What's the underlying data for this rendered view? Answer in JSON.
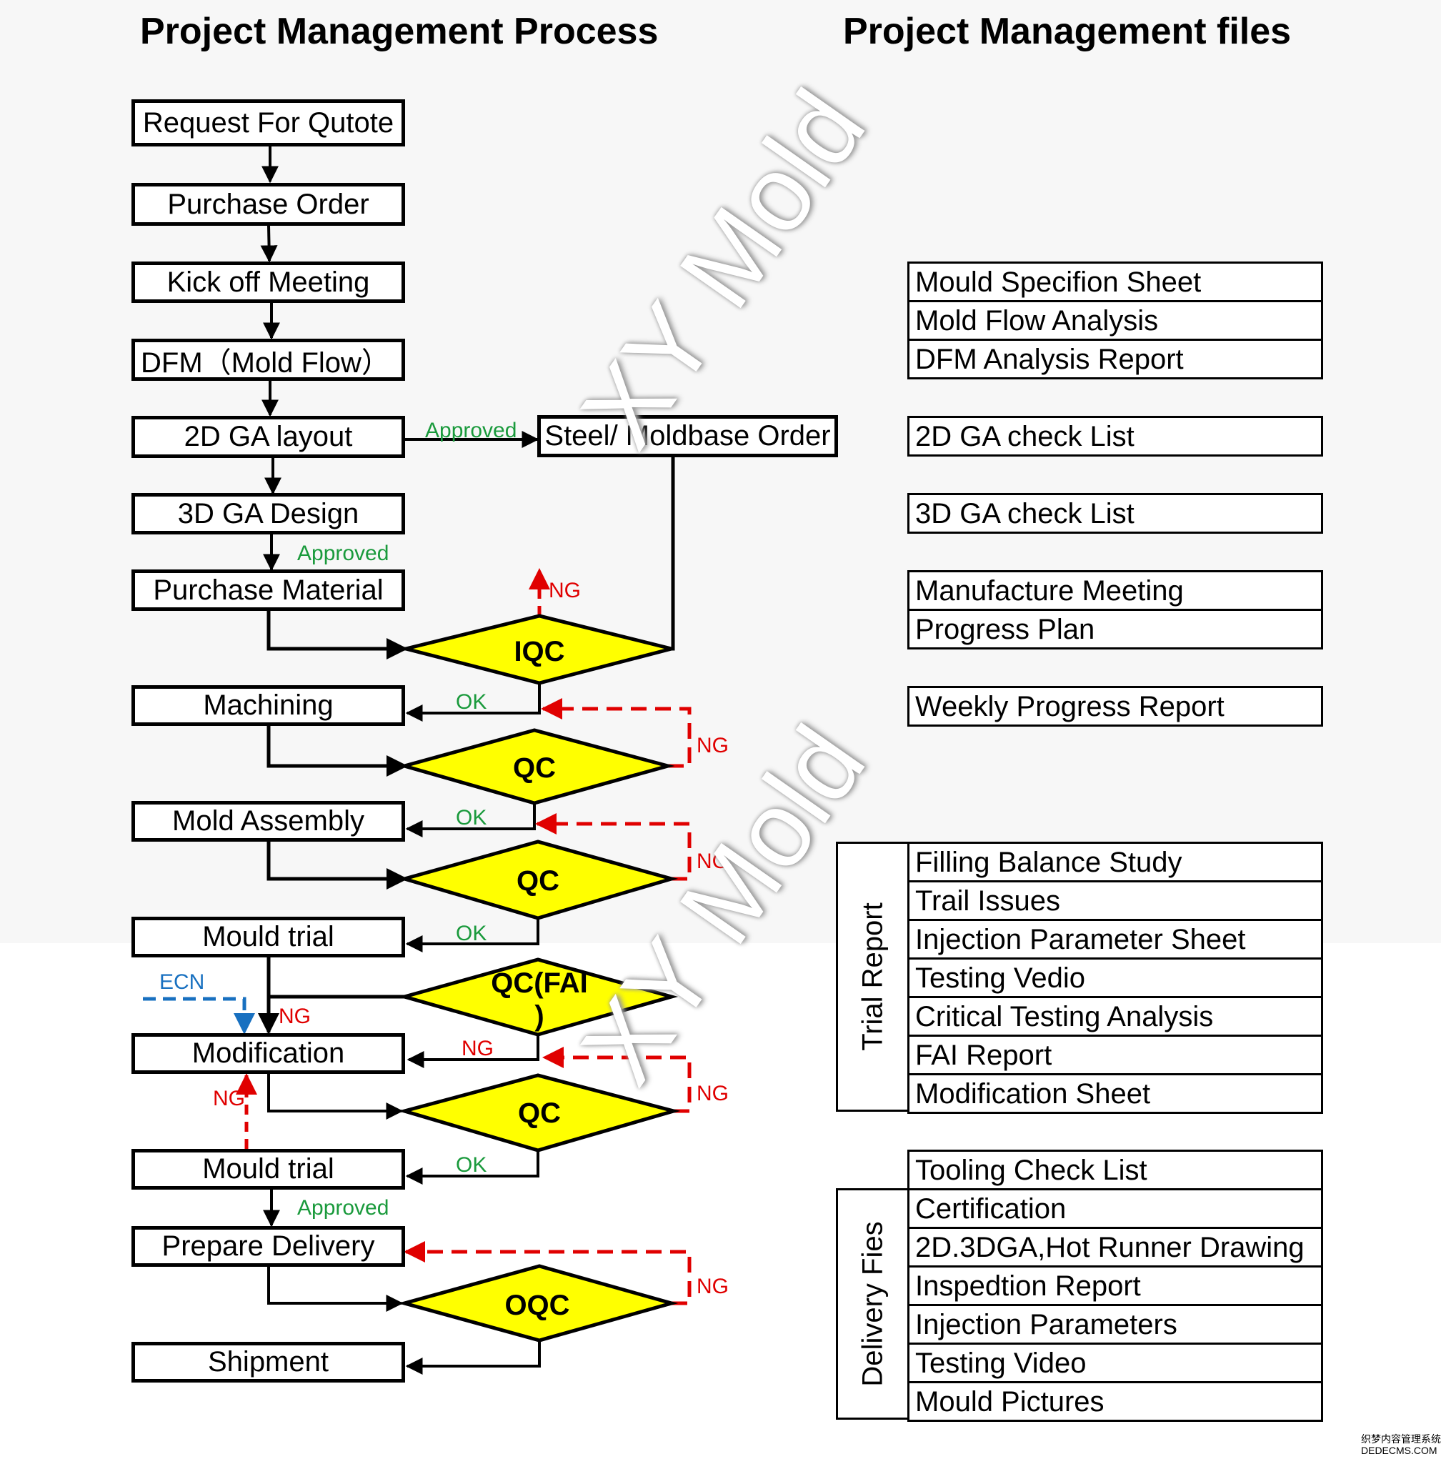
{
  "titles": {
    "process": "Project Management Process",
    "files": "Project Management files"
  },
  "process_steps": [
    "Request For Qutote",
    "Purchase Order",
    "Kick off Meeting",
    "DFM（Mold Flow）",
    "2D GA layout",
    "3D GA Design",
    "Purchase  Material",
    "Machining",
    "Mold Assembly",
    "Mould trial",
    "Modification",
    "Mould trial",
    "Prepare Delivery",
    "Shipment"
  ],
  "side_order": "Steel/ Moldbase Order",
  "decisions": {
    "iqc": "IQC",
    "qc1": "QC",
    "qc2": "QC",
    "qc_fai_1": "QC(FAI",
    "qc_fai_2": ")",
    "qc3": "QC",
    "oqc": "OQC"
  },
  "labels": {
    "approved": "Approved",
    "ok": "OK",
    "ng": "NG",
    "ecn": "ECN"
  },
  "file_groups": {
    "group1": [
      "Mould Specifion Sheet",
      "Mold Flow Analysis",
      "DFM Analysis Report"
    ],
    "group2": [
      "2D GA check List"
    ],
    "group3": [
      "3D GA check List"
    ],
    "group4": [
      "Manufacture Meeting",
      "Progress Plan"
    ],
    "group5": [
      "Weekly Progress Report"
    ],
    "trial_title": "Trial Report",
    "trial": [
      "Filling Balance Study",
      "Trail Issues",
      "Injection Parameter Sheet",
      "Testing Vedio",
      "Critical Testing  Analysis",
      "FAI Report",
      "Modification Sheet"
    ],
    "delivery_title": "Delivery Fies",
    "delivery": [
      "Tooling Check List",
      "Certification",
      "2D.3DGA,Hot Runner Drawing",
      "Inspedtion Report",
      "Injection Parameters",
      "Testing Video",
      "Mould Pictures"
    ]
  },
  "watermark": "XY Mold",
  "credit": [
    "织梦内容管理系统",
    "DEDECMS.COM"
  ],
  "colors": {
    "decision_fill": "#ffff00",
    "approved_ok": "#1a9a3c",
    "ng": "#e00000",
    "ecn": "#1870c0"
  }
}
